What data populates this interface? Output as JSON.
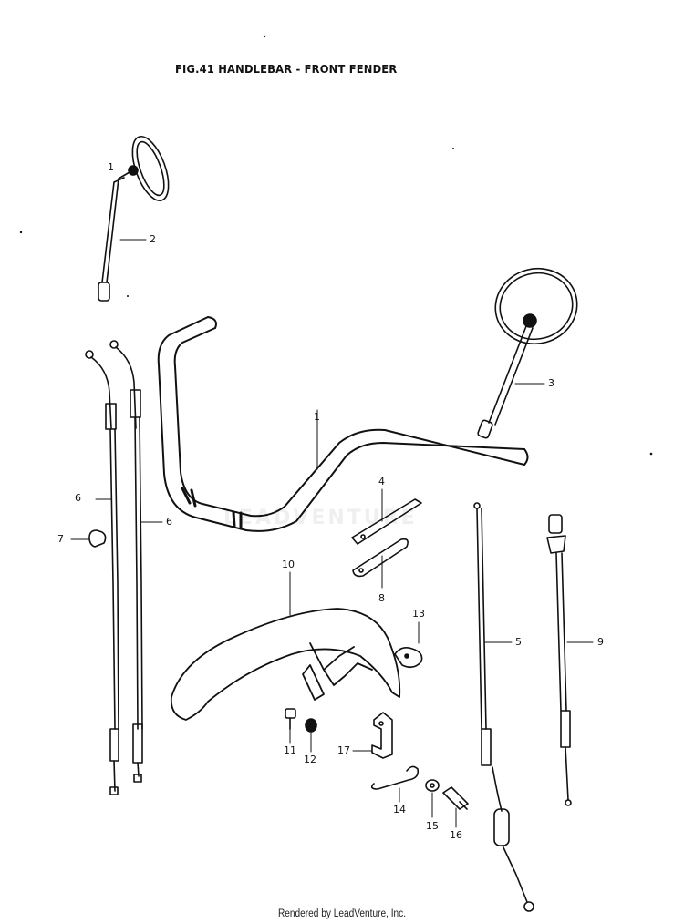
{
  "title": "FIG.41  HANDLEBAR - FRONT FENDER",
  "footer": "Rendered by LeadVenture, Inc.",
  "watermark": "LEADVENTURE",
  "callouts": {
    "c1": "1",
    "c2": "2",
    "c3": "3",
    "c4": "4",
    "c5": "5",
    "c6a": "6",
    "c6b": "6",
    "c7": "7",
    "c8": "8",
    "c9": "9",
    "c10": "10",
    "c11": "11",
    "c12": "12",
    "c13": "13",
    "c14": "14",
    "c15": "15",
    "c16": "16",
    "c17": "17"
  },
  "colors": {
    "ink": "#111111",
    "paper": "#ffffff"
  }
}
